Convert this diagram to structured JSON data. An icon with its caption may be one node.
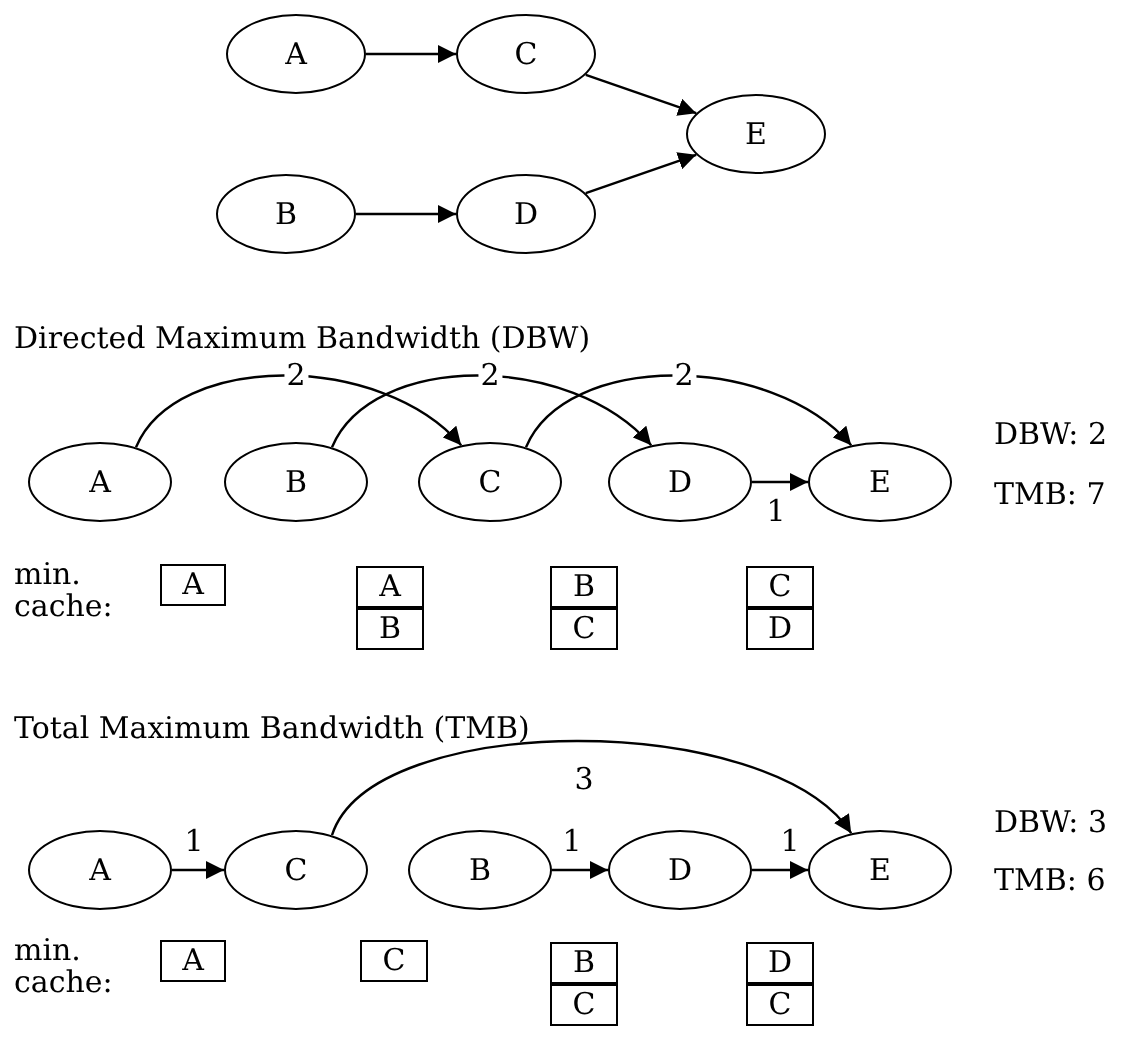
{
  "diagram": {
    "nodes": [
      {
        "text": [
          "A"
        ]
      },
      {
        "text": [
          "C"
        ]
      },
      {
        "text": [
          "E"
        ]
      },
      {
        "text": [
          "B"
        ]
      },
      {
        "text": [
          "D"
        ]
      },
      {
        "text": [
          "A"
        ]
      },
      {
        "text": [
          "B"
        ]
      },
      {
        "text": [
          "C"
        ]
      },
      {
        "text": [
          "D"
        ]
      },
      {
        "text": [
          "E"
        ]
      },
      {
        "text": [
          "A"
        ]
      },
      {
        "text": [
          "A"
        ]
      },
      {
        "text": [
          "B"
        ]
      },
      {
        "text": [
          "B"
        ]
      },
      {
        "text": [
          "C"
        ]
      },
      {
        "text": [
          "C"
        ]
      },
      {
        "text": [
          "D"
        ]
      },
      {
        "text": [
          "A"
        ]
      },
      {
        "text": [
          "C"
        ]
      },
      {
        "text": [
          "B"
        ]
      },
      {
        "text": [
          "D"
        ]
      },
      {
        "text": [
          "E"
        ]
      },
      {
        "text": [
          "A"
        ]
      },
      {
        "text": [
          "C"
        ]
      },
      {
        "text": [
          "B"
        ]
      },
      {
        "text": [
          "C"
        ]
      },
      {
        "text": [
          "D"
        ]
      },
      {
        "text": [
          "C"
        ]
      }
    ],
    "edges": [
      {
        "from": 0,
        "to": 1,
        "arrow": "to"
      },
      {
        "from": 3,
        "to": 4,
        "arrow": "to"
      },
      {
        "from": 1,
        "to": 2,
        "arrow": "to"
      },
      {
        "from": 4,
        "to": 2,
        "arrow": "to"
      },
      {
        "from": 5,
        "to": 7,
        "arrow": "to",
        "label": "2"
      },
      {
        "from": 6,
        "to": 8,
        "arrow": "to",
        "label": "2"
      },
      {
        "from": 7,
        "to": 9,
        "arrow": "to",
        "label": "2"
      },
      {
        "from": 8,
        "to": 9,
        "arrow": "to",
        "label": "1"
      },
      {
        "from": 17,
        "to": 18,
        "arrow": "to",
        "label": "1"
      },
      {
        "from": 18,
        "to": 21,
        "arrow": "to",
        "label": "3"
      },
      {
        "from": 19,
        "to": 20,
        "arrow": "to",
        "label": "1"
      },
      {
        "from": 20,
        "to": 21,
        "arrow": "to",
        "label": "1"
      }
    ],
    "labels": [
      "Directed Maximum Bandwidth (DBW)",
      "DBW: 2",
      "TMB: 7",
      "min. cache:",
      "Total Maximum Bandwidth (TMB)",
      "DBW: 3",
      "TMB: 6",
      "min. cache:"
    ]
  }
}
